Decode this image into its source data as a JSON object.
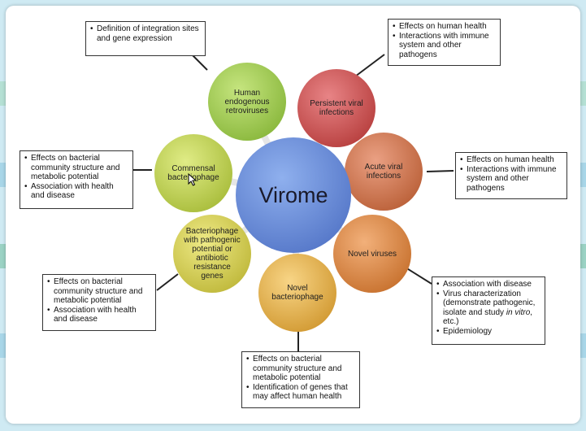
{
  "diagram": {
    "center": {
      "label": "Virome",
      "color": "#6f8fd8"
    },
    "nodes": [
      {
        "id": "human-endogenous-retroviruses",
        "label": "Human endogenous retroviruses",
        "color": "#a7cf5a"
      },
      {
        "id": "persistent-viral-infections",
        "label": "Persistent viral infections",
        "color": "#cf5a5c"
      },
      {
        "id": "acute-viral-infections",
        "label": "Acute viral infections",
        "color": "#d27c5a"
      },
      {
        "id": "novel-viruses",
        "label": "Novel viruses",
        "color": "#dd8e4f"
      },
      {
        "id": "novel-bacteriophage",
        "label": "Novel bacteriophage",
        "color": "#e6b95a"
      },
      {
        "id": "bacteriophage-pathogenic",
        "label": "Bacteriophage with pathogenic potential or antibiotic resistance genes",
        "color": "#d9d35a"
      },
      {
        "id": "commensal-bacteriophage",
        "label": "Commensal bacteriophage",
        "color": "#c6d75a"
      }
    ],
    "notes": [
      {
        "id": "note-retroviruses",
        "items": [
          "Definition of integration sites and gene expression"
        ]
      },
      {
        "id": "note-persistent",
        "items": [
          "Effects on human health",
          "Interactions with immune system and other pathogens"
        ]
      },
      {
        "id": "note-acute",
        "items": [
          "Effects on human health",
          "Interactions with immune system and other pathogens"
        ]
      },
      {
        "id": "note-novel-viruses",
        "items": [
          "Association with disease",
          "Virus characterization (demonstrate pathogenic, isolate and study in vitro, etc.)",
          "Epidemiology"
        ]
      },
      {
        "id": "note-novel-bacteriophage",
        "items": [
          "Effects on bacterial community structure and metabolic potential",
          "Identification of genes that may affect human health"
        ]
      },
      {
        "id": "note-pathogenic",
        "items": [
          "Effects on bacterial community structure and metabolic potential",
          "Association with health and disease"
        ]
      },
      {
        "id": "note-commensal",
        "items": [
          "Effects on bacterial community structure and metabolic potential",
          "Association with health and disease"
        ]
      }
    ]
  }
}
